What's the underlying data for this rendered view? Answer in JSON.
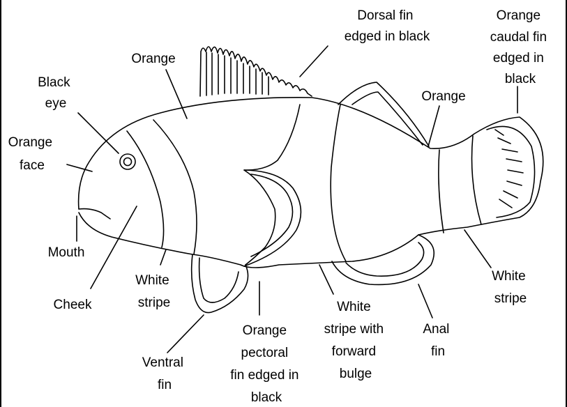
{
  "diagram": {
    "labels": {
      "dorsal_fin": [
        "Dorsal fin",
        "edged in black"
      ],
      "caudal_fin": [
        "Orange",
        "caudal fin",
        "edged in",
        "black"
      ],
      "orange_top": [
        "Orange"
      ],
      "orange_back": [
        "Orange"
      ],
      "black_eye": [
        "Black",
        "eye"
      ],
      "orange_face": [
        "Orange",
        "face"
      ],
      "mouth": [
        "Mouth"
      ],
      "cheek": [
        "Cheek"
      ],
      "white_stripe_front": [
        "White",
        "stripe"
      ],
      "ventral_fin": [
        "Ventral",
        "fin"
      ],
      "pectoral_fin": [
        "Orange",
        "pectoral",
        "fin edged in",
        "black"
      ],
      "white_stripe_middle": [
        "White",
        "stripe with",
        "forward",
        "bulge"
      ],
      "anal_fin": [
        "Anal",
        "fin"
      ],
      "white_stripe_tail": [
        "White",
        "stripe"
      ]
    }
  }
}
